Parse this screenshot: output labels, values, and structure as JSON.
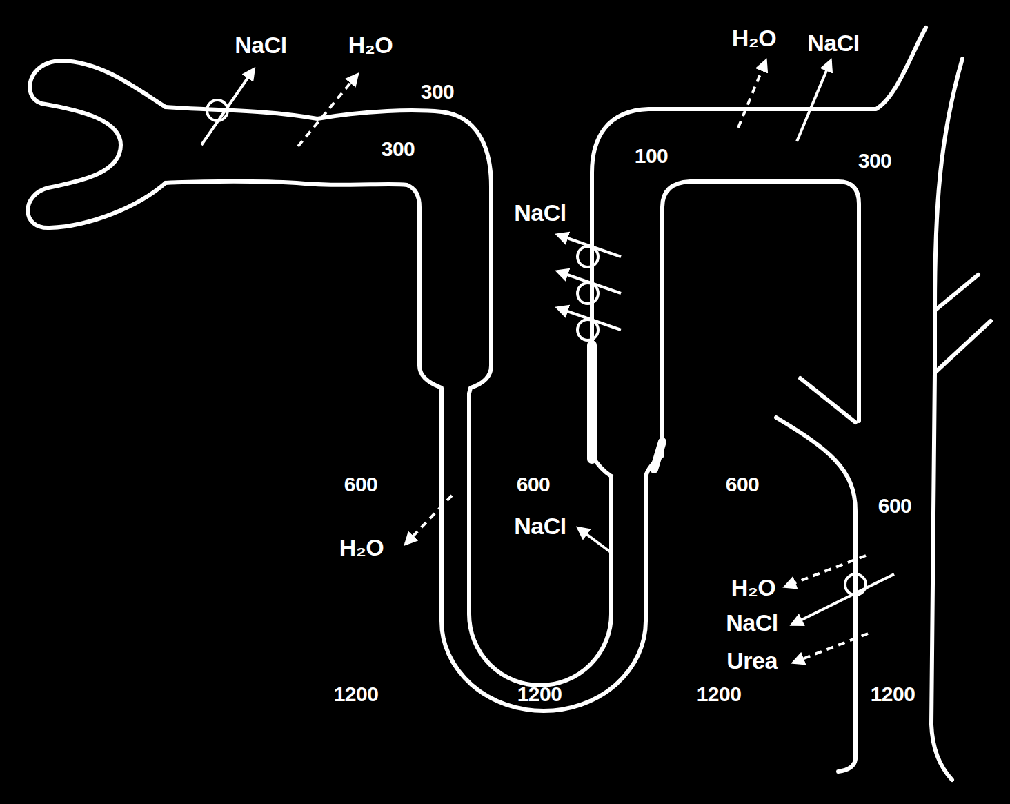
{
  "diagram": {
    "labels": [
      "NaCl",
      "H₂O",
      "300",
      "300",
      "H₂O",
      "NaCl",
      "100",
      "300",
      "NaCl",
      "600",
      "600",
      "600",
      "600",
      "NaCl",
      "H₂O",
      "H₂O",
      "NaCl",
      "Urea",
      "1200",
      "1200",
      "1200",
      "1200"
    ]
  }
}
